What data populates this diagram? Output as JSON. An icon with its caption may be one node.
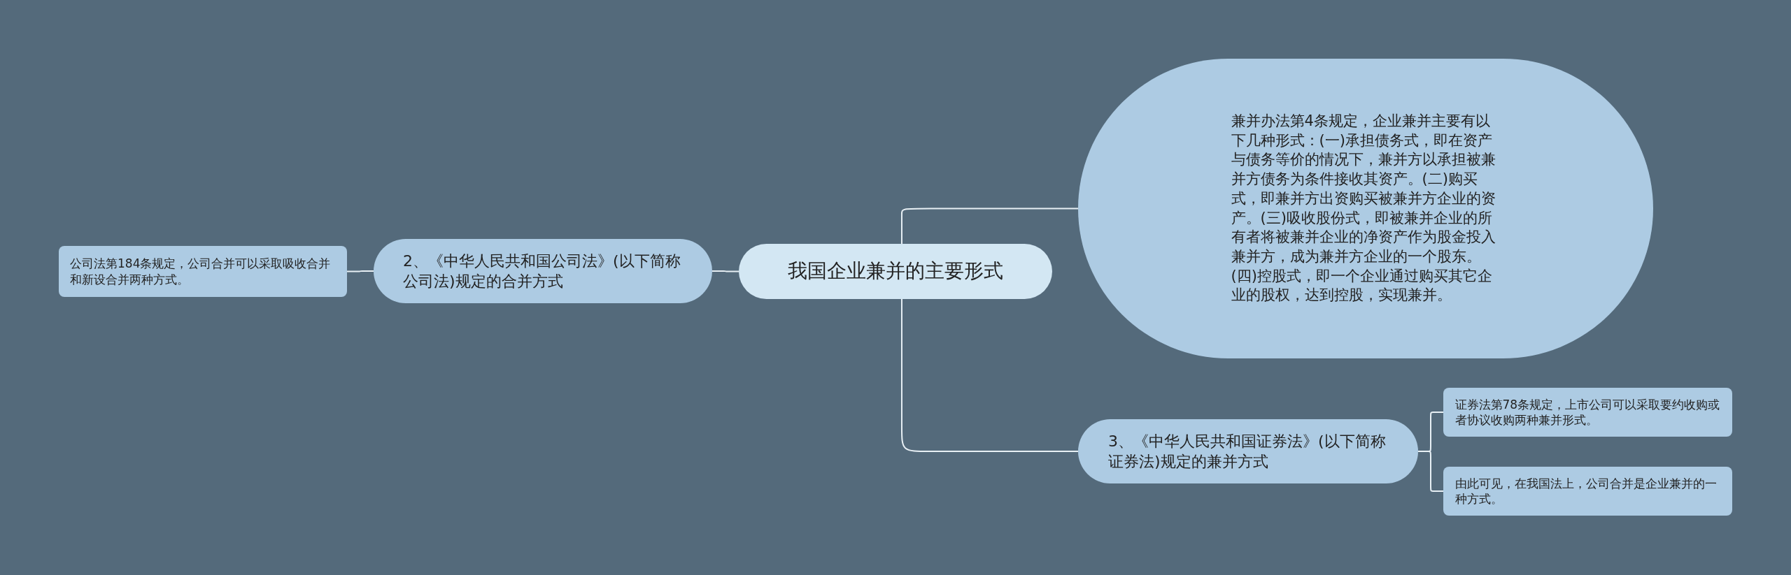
{
  "diagram": {
    "nodes": [
      {
        "text": [
          "我国企业兼并的主要形式"
        ]
      },
      {
        "text": [
          "兼并办法第4条规定，企业兼并主要有以下几种形式：(一)承担债务式，即在资产与债务等价的情况下，兼并方以承担被兼并方债务为条件接收其资产。(二)购买式，即兼并方出资购买被兼并方企业的资产。(三)吸收股份式，即被兼并企业的所有者将被兼并企业的净资产作为股金投入兼并方，成为兼并方企业的一个股东。(四)控股式，即一个企业通过购买其它企业的股权，达到控股，实现兼并。"
        ]
      },
      {
        "text": [
          "2、《中华人民共和国公司法》(以下简称公司法)规定的合并方式"
        ]
      },
      {
        "text": [
          "公司法第184条规定，公司合并可以采取吸收合并和新设合并两种方式。"
        ]
      },
      {
        "text": [
          "3、《中华人民共和国证券法》(以下简称证券法)规定的兼并方式"
        ]
      },
      {
        "text": [
          "证券法第78条规定，上市公司可以采取要约收购或者协议收购两种兼并形式。"
        ]
      },
      {
        "text": [
          "由此可见，在我国法上，公司合并是企业兼并的一种方式。"
        ]
      }
    ],
    "edges": [
      {
        "from": 0,
        "to": 1,
        "arrow": "none"
      },
      {
        "from": 0,
        "to": 2,
        "arrow": "none"
      },
      {
        "from": 0,
        "to": 4,
        "arrow": "none"
      },
      {
        "from": 2,
        "to": 3,
        "arrow": "none"
      },
      {
        "from": 4,
        "to": 5,
        "arrow": "none"
      },
      {
        "from": 4,
        "to": 6,
        "arrow": "none"
      }
    ]
  }
}
